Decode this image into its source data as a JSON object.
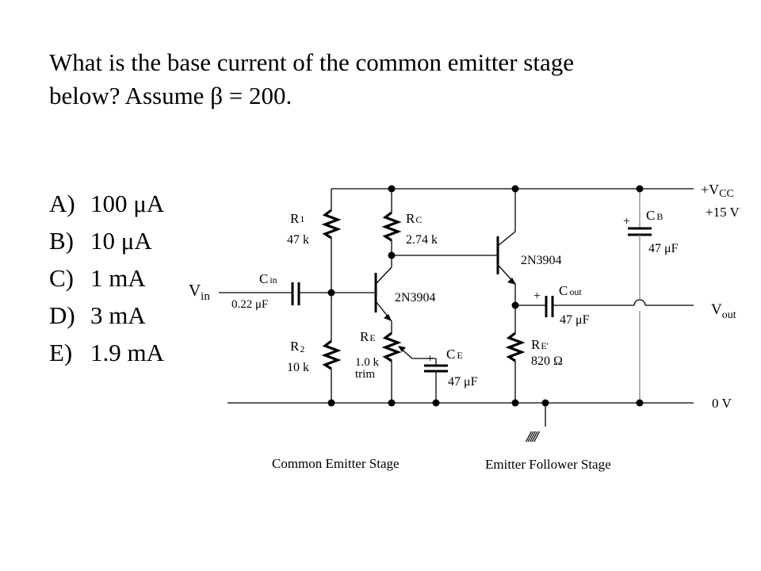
{
  "question": {
    "line1": "What is the base current of the common emitter stage",
    "line2": "below? Assume β = 200."
  },
  "choices": [
    {
      "letter": "A)",
      "text": "100 μA"
    },
    {
      "letter": "B)",
      "text": "10 μA"
    },
    {
      "letter": "C)",
      "text": "1 mA"
    },
    {
      "letter": "D)",
      "text": "3 mA"
    },
    {
      "letter": "E)",
      "text": "1.9 mA"
    }
  ],
  "circuit": {
    "vcc": {
      "label": "+V",
      "sub": "CC",
      "value": "+15 V"
    },
    "ground_rail": "0 V",
    "input": {
      "label": "V",
      "sub": "in"
    },
    "output": {
      "label": "V",
      "sub": "out"
    },
    "r1": {
      "label": "R",
      "sub": "1",
      "value": "47 k"
    },
    "r2": {
      "label": "R",
      "sub": "2",
      "value": "10 k"
    },
    "rc": {
      "label": "R",
      "sub": "C",
      "value": "2.74 k"
    },
    "re": {
      "label": "R",
      "sub": "E",
      "value": "1.0 k",
      "note": "trim"
    },
    "re2": {
      "label": "R",
      "sub": "E'",
      "value": "820 Ω"
    },
    "cin": {
      "label": "C",
      "sub": "in",
      "value": "0.22 μF"
    },
    "ce": {
      "label": "C",
      "sub": "E",
      "value": "47 μF"
    },
    "cout": {
      "label": "C",
      "sub": "out",
      "value": "47 μF"
    },
    "cb": {
      "label": "C",
      "sub": "B",
      "value": "47 μF"
    },
    "q1": "2N3904",
    "q2": "2N3904",
    "ground_hatch": "/////",
    "stage1_caption": "Common Emitter Stage",
    "stage2_caption": "Emitter Follower Stage",
    "plus": "+"
  }
}
